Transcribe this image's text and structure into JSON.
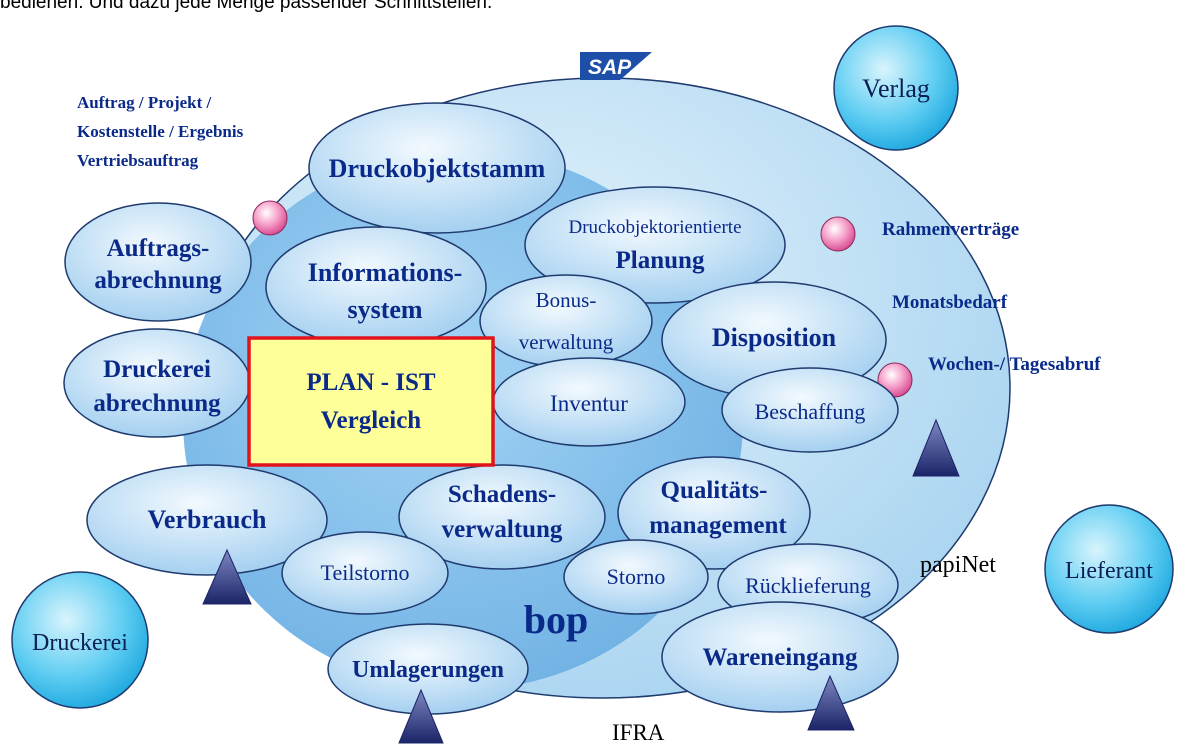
{
  "header": {
    "intro_line": "bedienen. Und dazu jede Menge passender Schnittstellen."
  },
  "outer": {
    "sap_logo": "SAP",
    "bop_label": "bop",
    "ifra_label": "IFRA",
    "papinet_label": "papiNet"
  },
  "satellites": {
    "verlag": "Verlag",
    "lieferant": "Lieferant",
    "druckerei": "Druckerei"
  },
  "side_texts": {
    "auftrag_line1": "Auftrag / Projekt /",
    "auftrag_line2": "Kostenstelle / Ergebnis",
    "auftrag_line3": "Vertriebsauftrag",
    "rahmenvertraege": "Rahmenverträge",
    "monatsbedarf": "Monatsbedarf",
    "wochen_tagesabruf": "Wochen-/ Tagesabruf"
  },
  "modules": {
    "druckobjektstamm": "Druckobjektstamm",
    "auftrags_1": "Auftrags-",
    "auftrags_2": "abrechnung",
    "info_1": "Informations-",
    "info_2": "system",
    "dop_1": "Druckobjektorientierte",
    "dop_2": "Planung",
    "bonus_1": "Bonus-",
    "bonus_2": "verwaltung",
    "disposition": "Disposition",
    "druckerei_abr_1": "Druckerei",
    "druckerei_abr_2": "abrechnung",
    "inventur": "Inventur",
    "beschaffung": "Beschaffung",
    "verbrauch": "Verbrauch",
    "schadens_1": "Schadens-",
    "schadens_2": "verwaltung",
    "qualitaet_1": "Qualitäts-",
    "qualitaet_2": "management",
    "teilstorno": "Teilstorno",
    "storno": "Storno",
    "ruecklieferung": "Rücklieferung",
    "umlagerungen": "Umlagerungen",
    "wareneingang": "Wareneingang"
  },
  "plan_ist": {
    "line1": "PLAN - IST",
    "line2": "Vergleich"
  },
  "colors": {
    "outer_sphere": "#bfe0f5",
    "inner_disc": "#8cc6ee",
    "module_fill": "#cfe7f7",
    "module_stroke": "#1f3a6e",
    "text_blue": "#0a2a8a",
    "plan_box_fill": "#ffff99",
    "plan_box_border": "#e0141c",
    "satellite": "#39c0ec",
    "pink_sphere": "#f07aae",
    "triangle": "#2a3580"
  }
}
